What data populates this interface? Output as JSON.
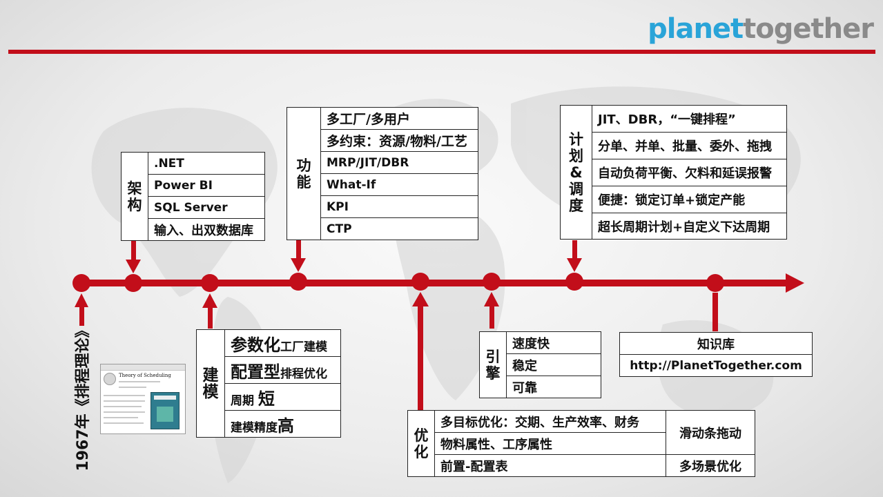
{
  "logo": {
    "part1": "planet",
    "part2": "together"
  },
  "colors": {
    "accent": "#c20e1a",
    "logo_blue": "#2aa4d8",
    "logo_gray": "#8a8a8a"
  },
  "year_label": "1967年《排程理论》",
  "wiki_thumb": {
    "title": "Theory of Scheduling"
  },
  "arch": {
    "header": [
      "架",
      "构"
    ],
    "items": [
      ".NET",
      "Power BI",
      "SQL Server",
      "输入、出双数据库"
    ]
  },
  "func": {
    "header": [
      "功",
      "能"
    ],
    "items": [
      "多工厂/多用户",
      "多约束：资源/物料/工艺",
      "MRP/JIT/DBR",
      "What-If",
      "KPI",
      "CTP"
    ]
  },
  "plan": {
    "header": [
      "计",
      "划",
      "&",
      "调",
      "度"
    ],
    "items": [
      "JIT、DBR，“一键排程”",
      "分单、并单、批量、委外、拖拽",
      "自动负荷平衡、欠料和延误报警",
      "便捷：锁定订单+锁定产能",
      "超长周期计划+自定义下达周期"
    ]
  },
  "model": {
    "header": [
      "建",
      "模"
    ],
    "rows": [
      {
        "big": "参数化",
        "small": "工厂建模"
      },
      {
        "big": "配置型",
        "small": "排程优化"
      },
      {
        "small": "周期 ",
        "big": "短"
      },
      {
        "small": "建模精度",
        "big": "高"
      }
    ]
  },
  "engine": {
    "header": [
      "引",
      "擎"
    ],
    "items": [
      "速度快",
      "稳定",
      "可靠"
    ]
  },
  "kb": {
    "title": "知识库",
    "url": "http://PlanetTogether.com"
  },
  "optim": {
    "header": [
      "优",
      "化"
    ],
    "items": [
      "多目标优化：交期、生产效率、财务",
      "物料属性、工序属性",
      "前置-配置表"
    ],
    "side": [
      "滑动条拖动",
      "多场景优化"
    ]
  }
}
